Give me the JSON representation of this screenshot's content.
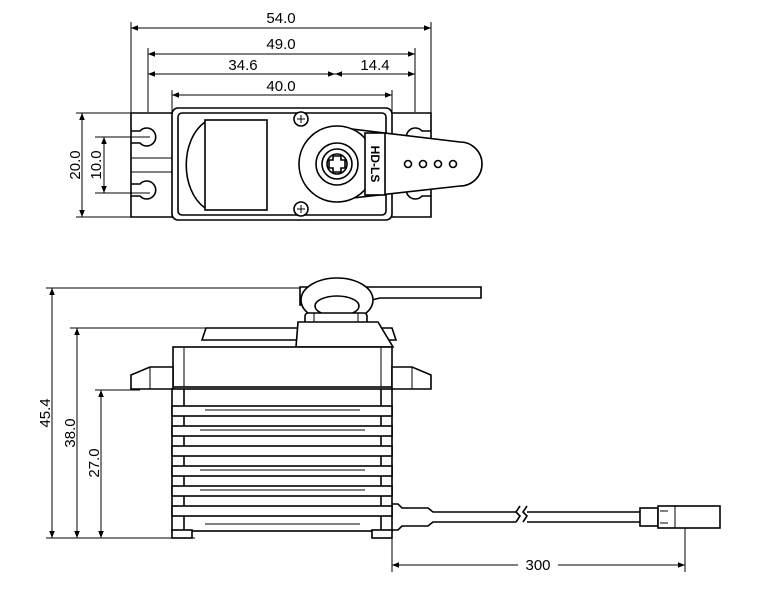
{
  "title": "Servo dimension drawing",
  "model_label": "HD-LS",
  "dimensions": {
    "top_width_outer": "54.0",
    "top_width_mount": "49.0",
    "top_left_to_shaft": "34.6",
    "top_shaft_to_horn": "14.4",
    "top_body_width": "40.0",
    "top_tab_height": "20.0",
    "top_hole_spacing": "10.0",
    "side_total_height": "45.4",
    "side_body_height": "38.0",
    "side_tab_height": "27.0",
    "cable_length": "300"
  },
  "colors": {
    "line": "#000000",
    "background": "#ffffff"
  }
}
